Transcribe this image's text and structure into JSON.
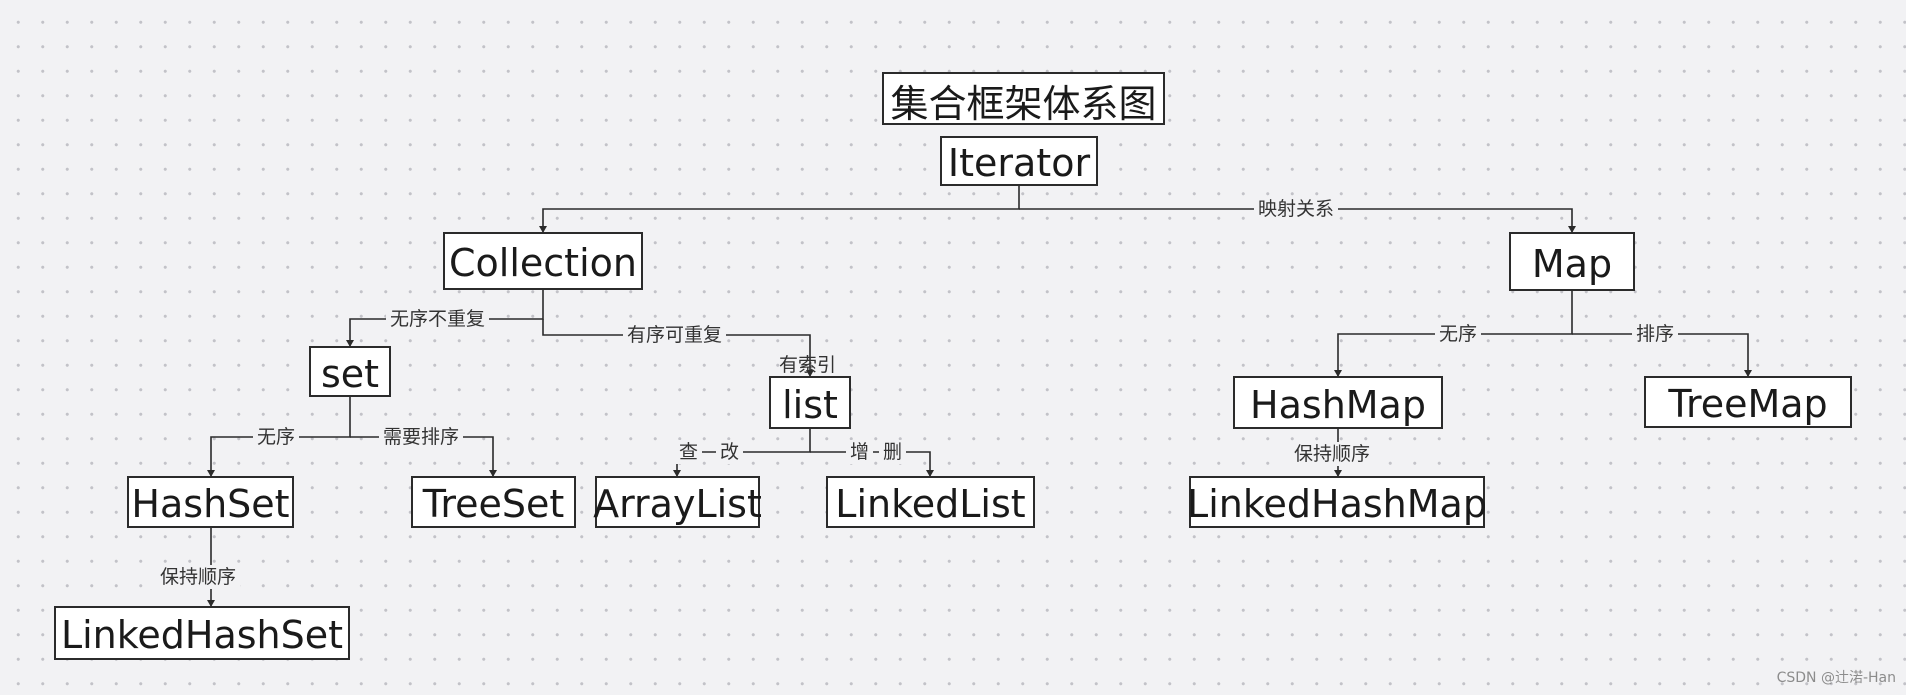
{
  "title": "集合框架体系图",
  "nodes": {
    "iterator": "Iterator",
    "collection": "Collection",
    "map": "Map",
    "set": "set",
    "list": "list",
    "hashset": "HashSet",
    "treeset": "TreeSet",
    "linkedhashset": "LinkedHashSet",
    "arraylist": "ArrayList",
    "linkedlist": "LinkedList",
    "hashmap": "HashMap",
    "treemap": "TreeMap",
    "linkedhashmap": "LinkedHashMap"
  },
  "edge_labels": {
    "mapping": "映射关系",
    "unordered_unique": "无序不重复",
    "ordered_repeatable": "有序可重复",
    "indexed": "有索引",
    "set_unordered": "无序",
    "set_need_sort": "需要排序",
    "hashset_keep_order": "保持顺序",
    "query": "查",
    "modify": "改",
    "add": "增",
    "delete": "删",
    "map_unordered": "无序",
    "map_sorted": "排序",
    "hashmap_keep_order": "保持顺序"
  },
  "watermark": "CSDN @辻渃-Han"
}
